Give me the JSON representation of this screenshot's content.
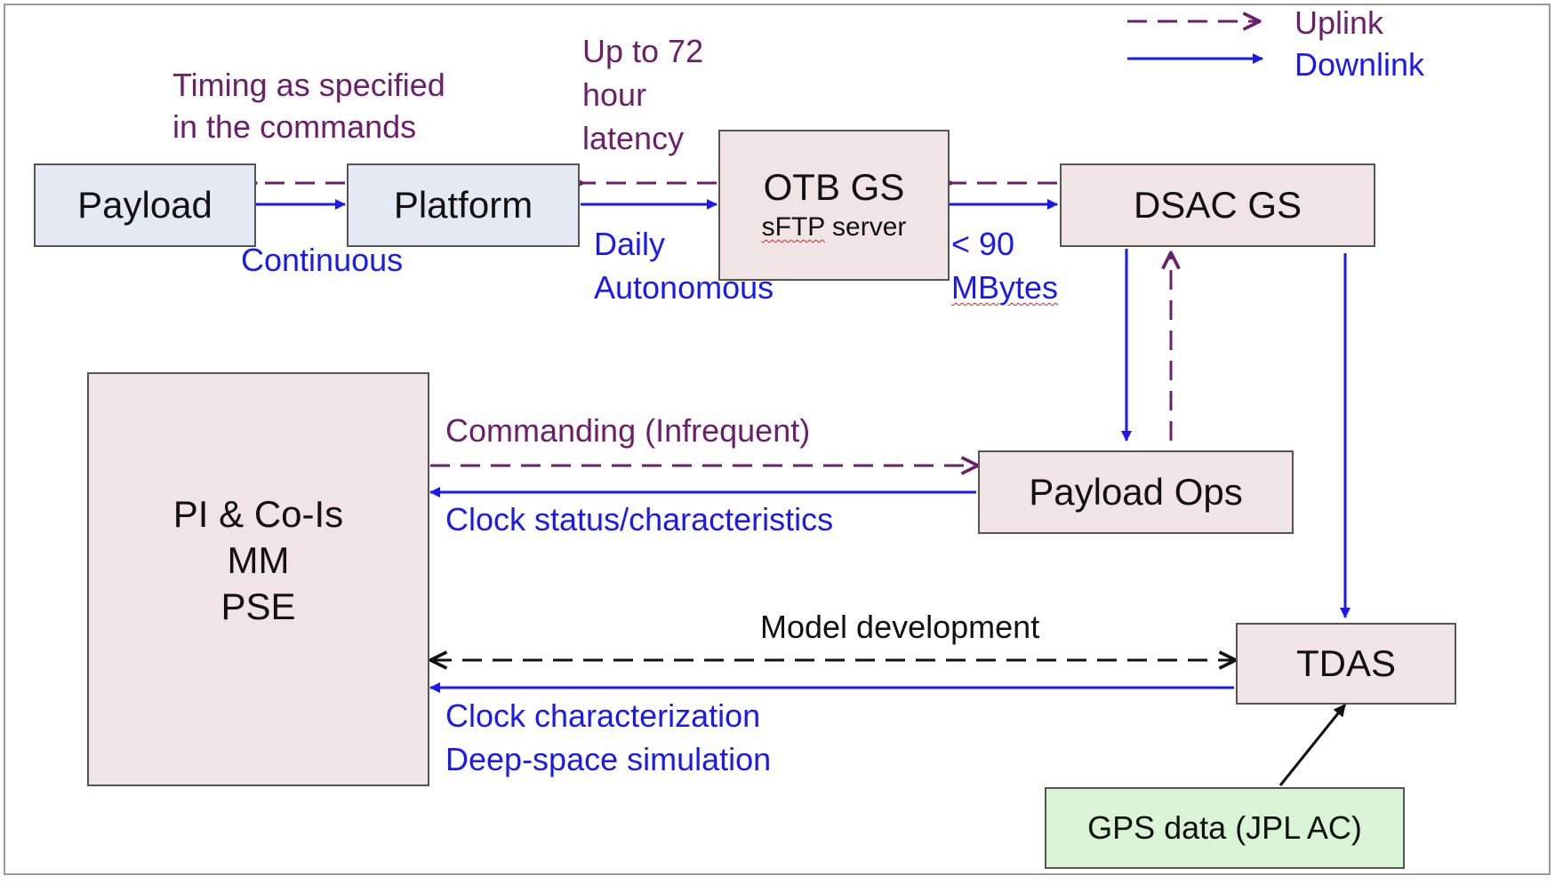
{
  "legend": {
    "uplink": "Uplink",
    "downlink": "Downlink"
  },
  "nodes": {
    "payload": "Payload",
    "platform": "Platform",
    "otb_title": "OTB GS",
    "otb_sub_a": "sFTP",
    "otb_sub_b": " server",
    "dsac": "DSAC GS",
    "payload_ops": "Payload Ops",
    "pi_line1": "PI & Co-Is",
    "pi_line2": "MM",
    "pi_line3": "PSE",
    "tdas": "TDAS",
    "gps": "GPS data (JPL AC)"
  },
  "labels": {
    "timing_line1": "Timing as specified",
    "timing_line2": "in the commands",
    "continuous": "Continuous",
    "latency_line1": "Up to 72",
    "latency_line2": "hour",
    "latency_line3": "latency",
    "daily": "Daily",
    "autonomous": "Autonomous",
    "size_line1": "< 90",
    "size_line2": "MBytes",
    "commanding": "Commanding (Infrequent)",
    "clock_status": "Clock status/characteristics",
    "model_dev": "Model development",
    "clock_char": "Clock characterization",
    "deep_space": "Deep-space simulation"
  },
  "colors": {
    "uplink": "#6b1f6b",
    "downlink": "#1a1aee",
    "bidirectional": "#111111",
    "box_pink": "#f1e4e4",
    "box_blue": "#e4e9f4",
    "box_green": "#d9f5d6"
  }
}
